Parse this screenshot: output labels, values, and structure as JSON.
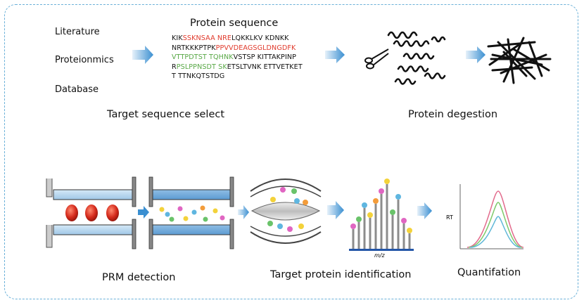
{
  "sources": [
    "Literature",
    "Proteionmics",
    "Database"
  ],
  "sequence": {
    "title": "Protein sequence",
    "lines": [
      [
        {
          "t": "KIK",
          "c": ""
        },
        {
          "t": "SSKNSAA NRE",
          "c": "red"
        },
        {
          "t": "LQKKLKV KDNKK",
          "c": ""
        }
      ],
      [
        {
          "t": "NRTKKKPTPK",
          "c": ""
        },
        {
          "t": "PPVVDEAGSGLDNGDFK",
          "c": "red"
        }
      ],
      [
        {
          "t": "VTTPDTST TQHNK",
          "c": "green"
        },
        {
          "t": "VSTSP KITTAKPINP",
          "c": ""
        }
      ],
      [
        {
          "t": "R",
          "c": ""
        },
        {
          "t": "PSLPPNSDT SK",
          "c": "green"
        },
        {
          "t": "ETSLTVNK ETTVETKET",
          "c": ""
        }
      ],
      [
        {
          "t": "T TTNKQTSTDG",
          "c": ""
        }
      ]
    ]
  },
  "steps": {
    "target_select": "Target sequence select",
    "digestion": "Protein degestion",
    "prm": "PRM detection",
    "identification": "Target protein identification",
    "quantification": "Quantifation"
  },
  "axis": {
    "mz": "m/z",
    "rt": "RT"
  },
  "colors": {
    "frame": "#6ab0d8",
    "arrow": "#3a8fd1",
    "red_residue": "#e0392b",
    "green_residue": "#58a846",
    "spectrum_bar": "#8c8c8c",
    "spectrum_base": "#2456a8",
    "droplet": "#d42a1c",
    "tube_fill": "#bcd9f0",
    "curve_colors": [
      "#e26a8c",
      "#7ec96b",
      "#60b8d8"
    ]
  },
  "icons": [
    "arrow-right-icon",
    "scissors-icon",
    "peptide-coil-icon",
    "peptide-fragments-icon",
    "droplet-icon",
    "ion-ball-icon"
  ]
}
